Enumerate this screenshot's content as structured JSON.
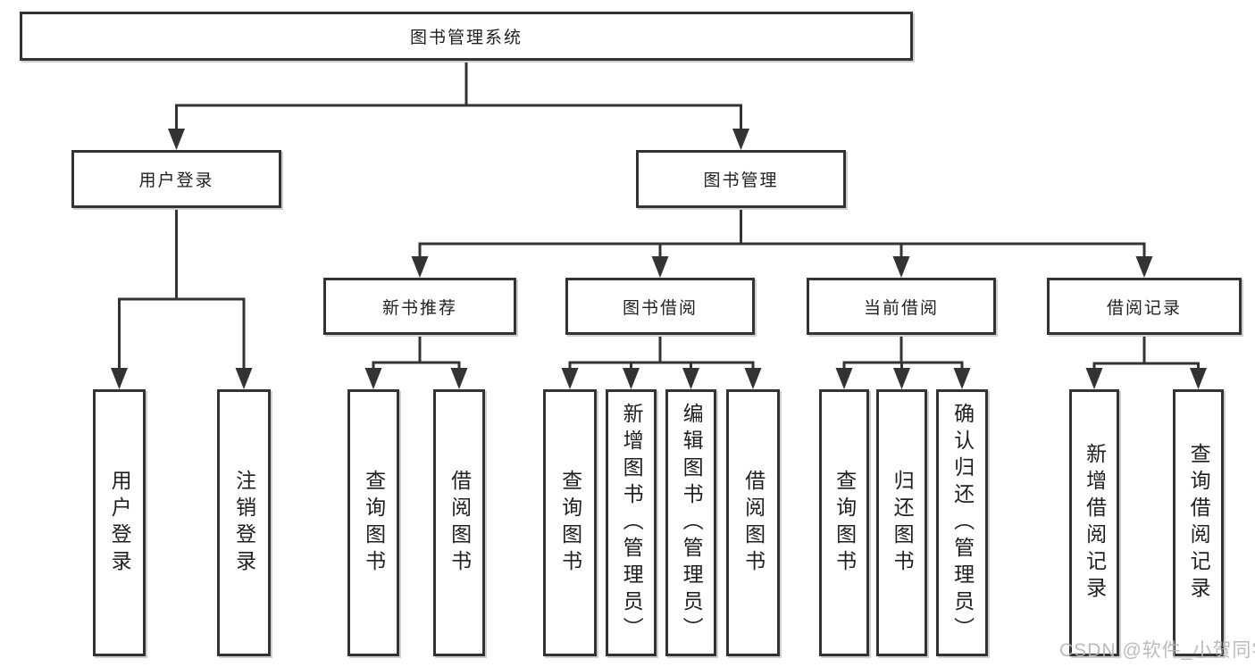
{
  "diagram": {
    "root": {
      "label": "图书管理系统"
    },
    "level1": [
      {
        "id": "user-login",
        "label": "用户登录"
      },
      {
        "id": "book-management",
        "label": "图书管理"
      }
    ],
    "level2": [
      {
        "id": "new-book-recommend",
        "label": "新书推荐"
      },
      {
        "id": "book-borrowing",
        "label": "图书借阅"
      },
      {
        "id": "current-borrowing",
        "label": "当前借阅"
      },
      {
        "id": "borrowing-records",
        "label": "借阅记录"
      }
    ],
    "leaves": {
      "user_login": [
        {
          "label": "用户登录"
        },
        {
          "label": "注销登录"
        }
      ],
      "new_book_recommend": [
        {
          "label": "查询图书"
        },
        {
          "label": "借阅图书"
        }
      ],
      "book_borrowing": [
        {
          "label": "查询图书"
        },
        {
          "label": "新增图书（管理员）"
        },
        {
          "label": "编辑图书（管理员）"
        },
        {
          "label": "借阅图书"
        }
      ],
      "current_borrowing": [
        {
          "label": "查询图书"
        },
        {
          "label": "归还图书"
        },
        {
          "label": "确认归还（管理员）"
        }
      ],
      "borrowing_records": [
        {
          "label": "新增借阅记录"
        },
        {
          "label": "查询借阅记录"
        }
      ]
    }
  },
  "watermark": {
    "text": "CSDN @软件_小贺同学"
  },
  "colors": {
    "line": "#333333",
    "border": "#333333",
    "text": "#1f1f1f",
    "background": "#ffffff",
    "watermark": "#b4b4b4"
  }
}
